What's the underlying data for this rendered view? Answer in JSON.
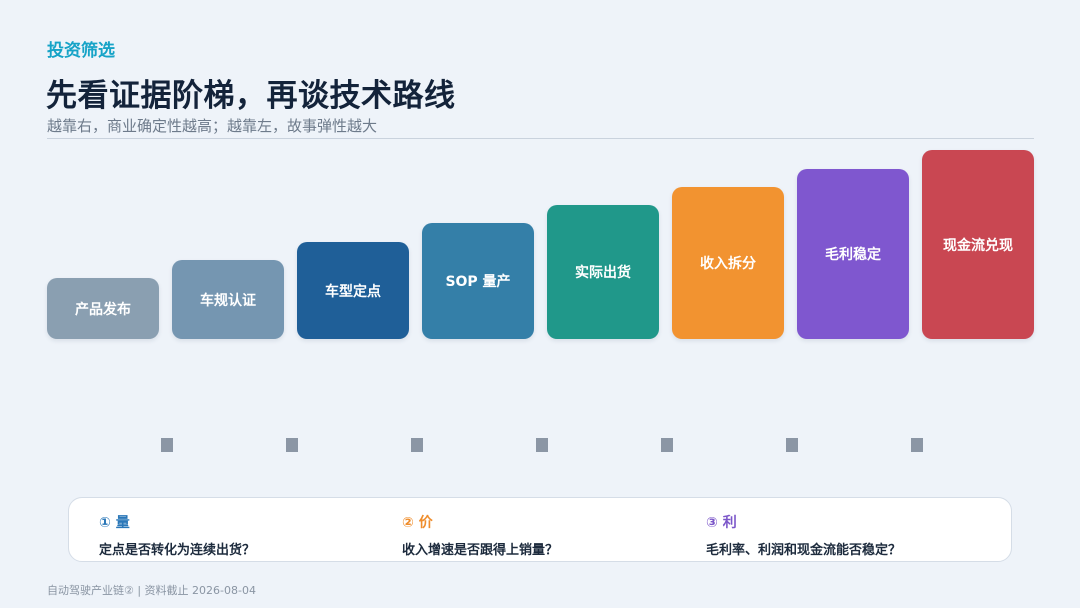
{
  "header": {
    "kicker": "投资筛选",
    "title": "先看证据阶梯，再谈技术路线",
    "subtitle": "越靠右，商业确定性越高；越靠左，故事弹性越大"
  },
  "steps": [
    {
      "label": "产品发布",
      "color": "#8a9fb1"
    },
    {
      "label": "车规认证",
      "color": "#7596b1"
    },
    {
      "label": "车型定点",
      "color": "#1f5f98"
    },
    {
      "label": "SOP 量产",
      "color": "#347fa8"
    },
    {
      "label": "实际出货",
      "color": "#20988a"
    },
    {
      "label": "收入拆分",
      "color": "#f29330"
    },
    {
      "label": "毛利稳定",
      "color": "#7f57cf"
    },
    {
      "label": "现金流兑现",
      "color": "#c94752"
    }
  ],
  "questions": [
    {
      "head": "① 量",
      "text": "定点是否转化为连续出货？",
      "color": "#2a77b8"
    },
    {
      "head": "② 价",
      "text": "收入增速是否跟得上销量？",
      "color": "#ef8d2c"
    },
    {
      "head": "③ 利",
      "text": "毛利率、利润和现金流能否稳定？",
      "color": "#7c57c9"
    }
  ],
  "footer": {
    "text": "自动驾驶产业链② | 资料截止 2026-08-04"
  }
}
